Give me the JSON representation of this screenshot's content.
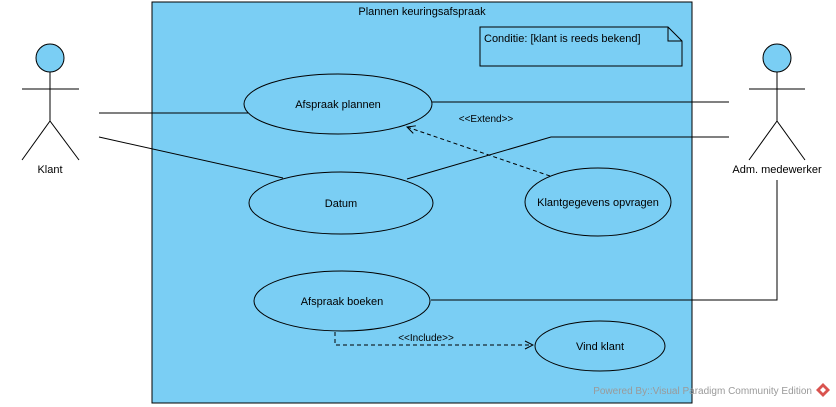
{
  "system": {
    "title": "Plannen keuringsafspraak"
  },
  "note": {
    "text": "Conditie: [klant is reeds bekend]"
  },
  "actors": {
    "klant": {
      "label": "Klant"
    },
    "medewerker": {
      "label": "Adm. medewerker"
    }
  },
  "use_cases": {
    "afspraak_plannen": "Afspraak plannen",
    "datum": "Datum",
    "klantgegevens": "Klantgegevens opvragen",
    "afspraak_boeken": "Afspraak boeken",
    "vind_klant": "Vind klant"
  },
  "relations": {
    "extend": "<<Extend>>",
    "include": "<<Include>>"
  },
  "footer": {
    "powered_by": "Powered By::Visual Paradigm Community Edition"
  },
  "colors": {
    "system_fill": "#7acef4",
    "use_case_fill": "#7acef4",
    "actor_fill": "#7acef4",
    "note_fill": "#7acef4",
    "line": "#000000",
    "footer_text": "#9a9a9a",
    "logo": "#d9534f"
  }
}
